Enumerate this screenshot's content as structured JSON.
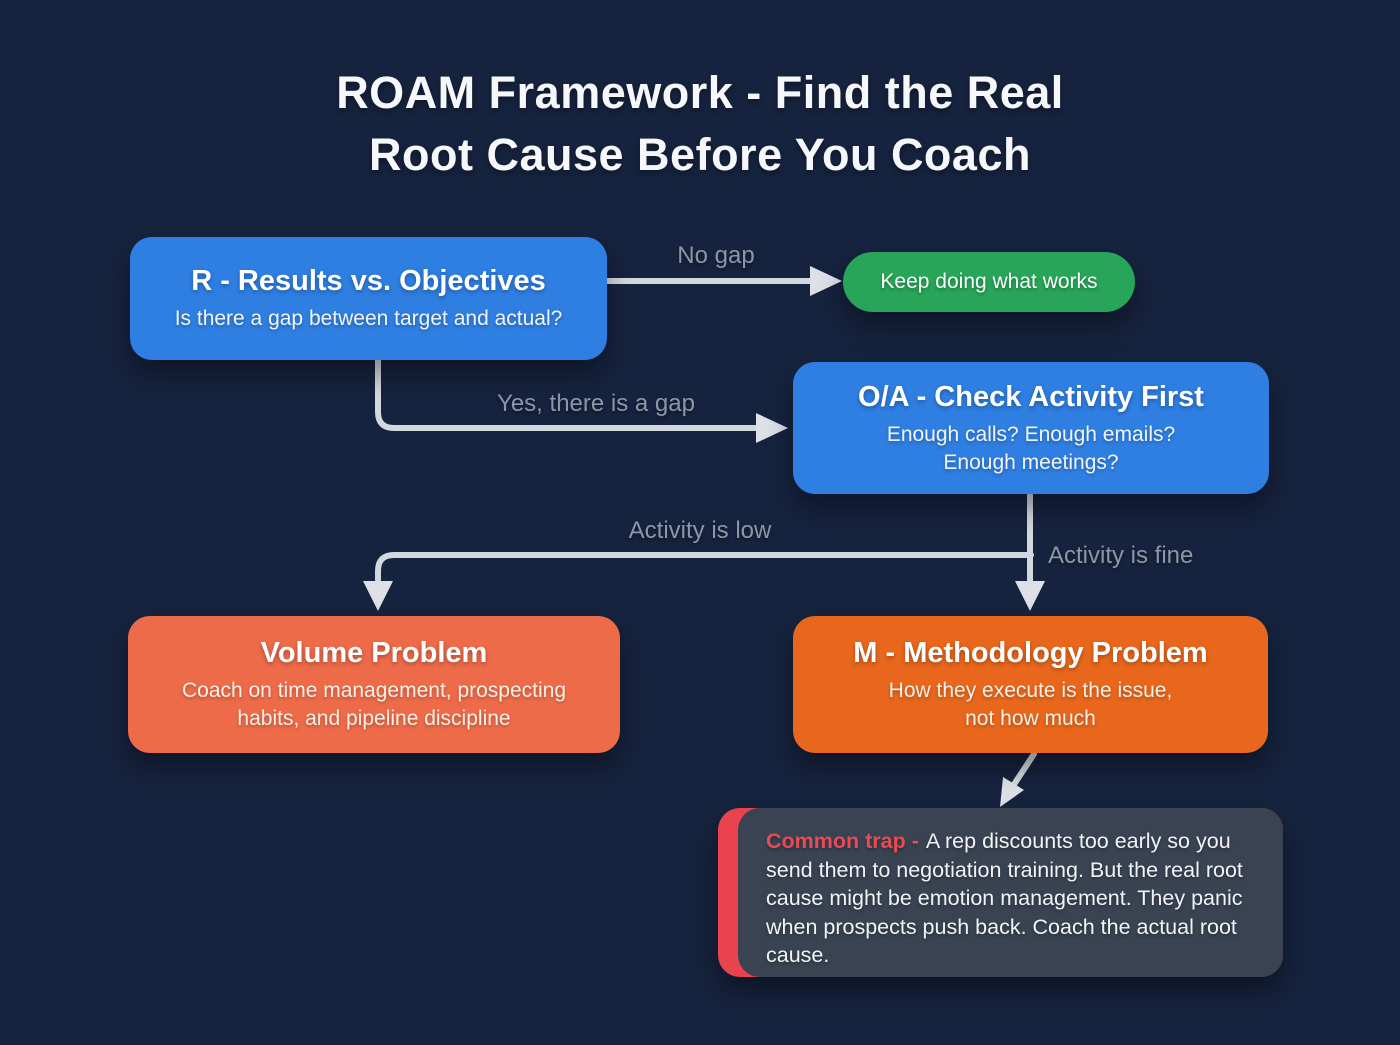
{
  "title": {
    "line1": "ROAM Framework - Find the Real",
    "line2": "Root Cause Before You Coach"
  },
  "nodes": {
    "results": {
      "title": "R - Results vs. Objectives",
      "subtitle": "Is there a gap between target and actual?",
      "color": "#2f7ee2"
    },
    "keep_doing": {
      "label": "Keep doing what works",
      "color": "#28a558"
    },
    "activity": {
      "title": "O/A - Check Activity First",
      "lines": [
        "Enough calls? Enough emails?",
        "Enough meetings?"
      ],
      "color": "#2f7ee2"
    },
    "volume": {
      "title": "Volume Problem",
      "lines": [
        "Coach on time management, prospecting",
        "habits, and pipeline discipline"
      ],
      "color": "#ee6b49"
    },
    "methodology": {
      "title": "M - Methodology Problem",
      "lines": [
        "How they execute is the issue,",
        "not how much"
      ],
      "color": "#e8671c"
    },
    "common_trap": {
      "label": "Common trap -",
      "text": "A rep discounts too early so you send them to negotiation training. But the real root cause might be emotion management. They panic when prospects push back. Coach the actual root cause.",
      "bg": "#3a4352",
      "accent": "#e8434f"
    }
  },
  "edges": {
    "no_gap": "No gap",
    "yes_gap": "Yes, there is a gap",
    "activity_low": "Activity is low",
    "activity_fine": "Activity is fine"
  },
  "colors": {
    "background": "#16233e",
    "arrow": "#d3d8df",
    "edge_label": "#8d96a8",
    "title_text": "#f5f7fa"
  }
}
